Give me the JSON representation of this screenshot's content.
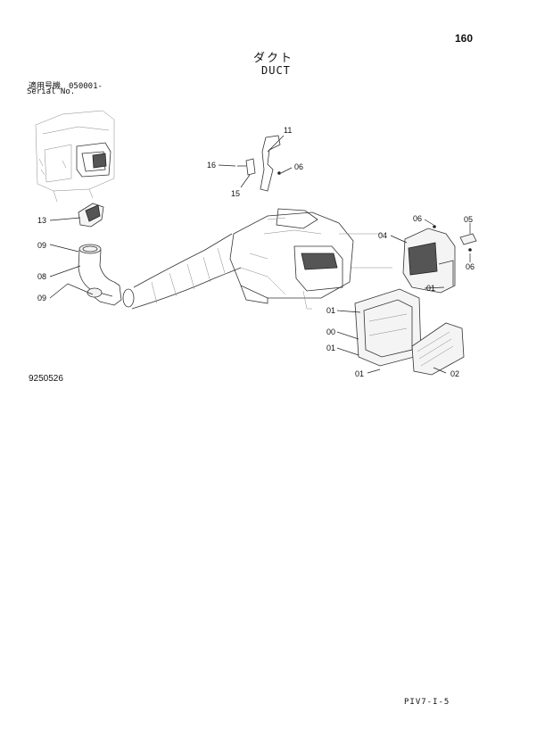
{
  "header": {
    "page_number": "160",
    "title_jp": "ダクト",
    "title_en": "DUCT"
  },
  "serial": {
    "label_jp": "適用号機　050001-",
    "label_en": "Serial No."
  },
  "callouts": {
    "c11": "11",
    "c16": "16",
    "c06a": "06",
    "c15": "15",
    "c13": "13",
    "c09a": "09",
    "c08": "08",
    "c09b": "09",
    "c06b": "06",
    "c05": "05",
    "c04": "04",
    "c06c": "06",
    "c01a": "01",
    "c01b": "01",
    "c00": "00",
    "c01c": "01",
    "c01d": "01",
    "c02": "02"
  },
  "footer": {
    "drawing_number": "9250526",
    "page_code": "PIV7-I-5"
  }
}
